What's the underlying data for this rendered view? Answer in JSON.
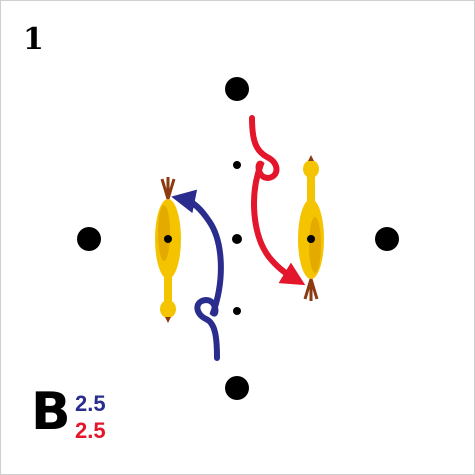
{
  "diagram": {
    "number": "1",
    "formation_letter": "B",
    "scores": [
      {
        "value": "2.5",
        "color": "#2b2d8e"
      },
      {
        "value": "2.5",
        "color": "#e3162c"
      }
    ],
    "colors": {
      "blue_arrow": "#2b2d8e",
      "red_arrow": "#e3162c",
      "dot": "#000000",
      "chicken_body": "#f5c400",
      "chicken_shade": "#d99a00",
      "chicken_comb": "#8b3a12"
    },
    "icons": [
      "rubber-chicken-icon",
      "rubber-chicken-icon"
    ]
  }
}
